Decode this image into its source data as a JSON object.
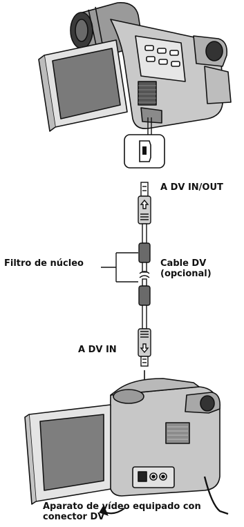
{
  "labels": {
    "dv_in_out": "A DV IN/OUT",
    "filtro_nucleo": "Filtro de núcleo",
    "cable_dv_line1": "Cable DV",
    "cable_dv_line2": "(opcional)",
    "dv_in": "A DV IN",
    "caption_line1": "Aparato de vídeo equipado con",
    "caption_line2": "conector DV"
  }
}
